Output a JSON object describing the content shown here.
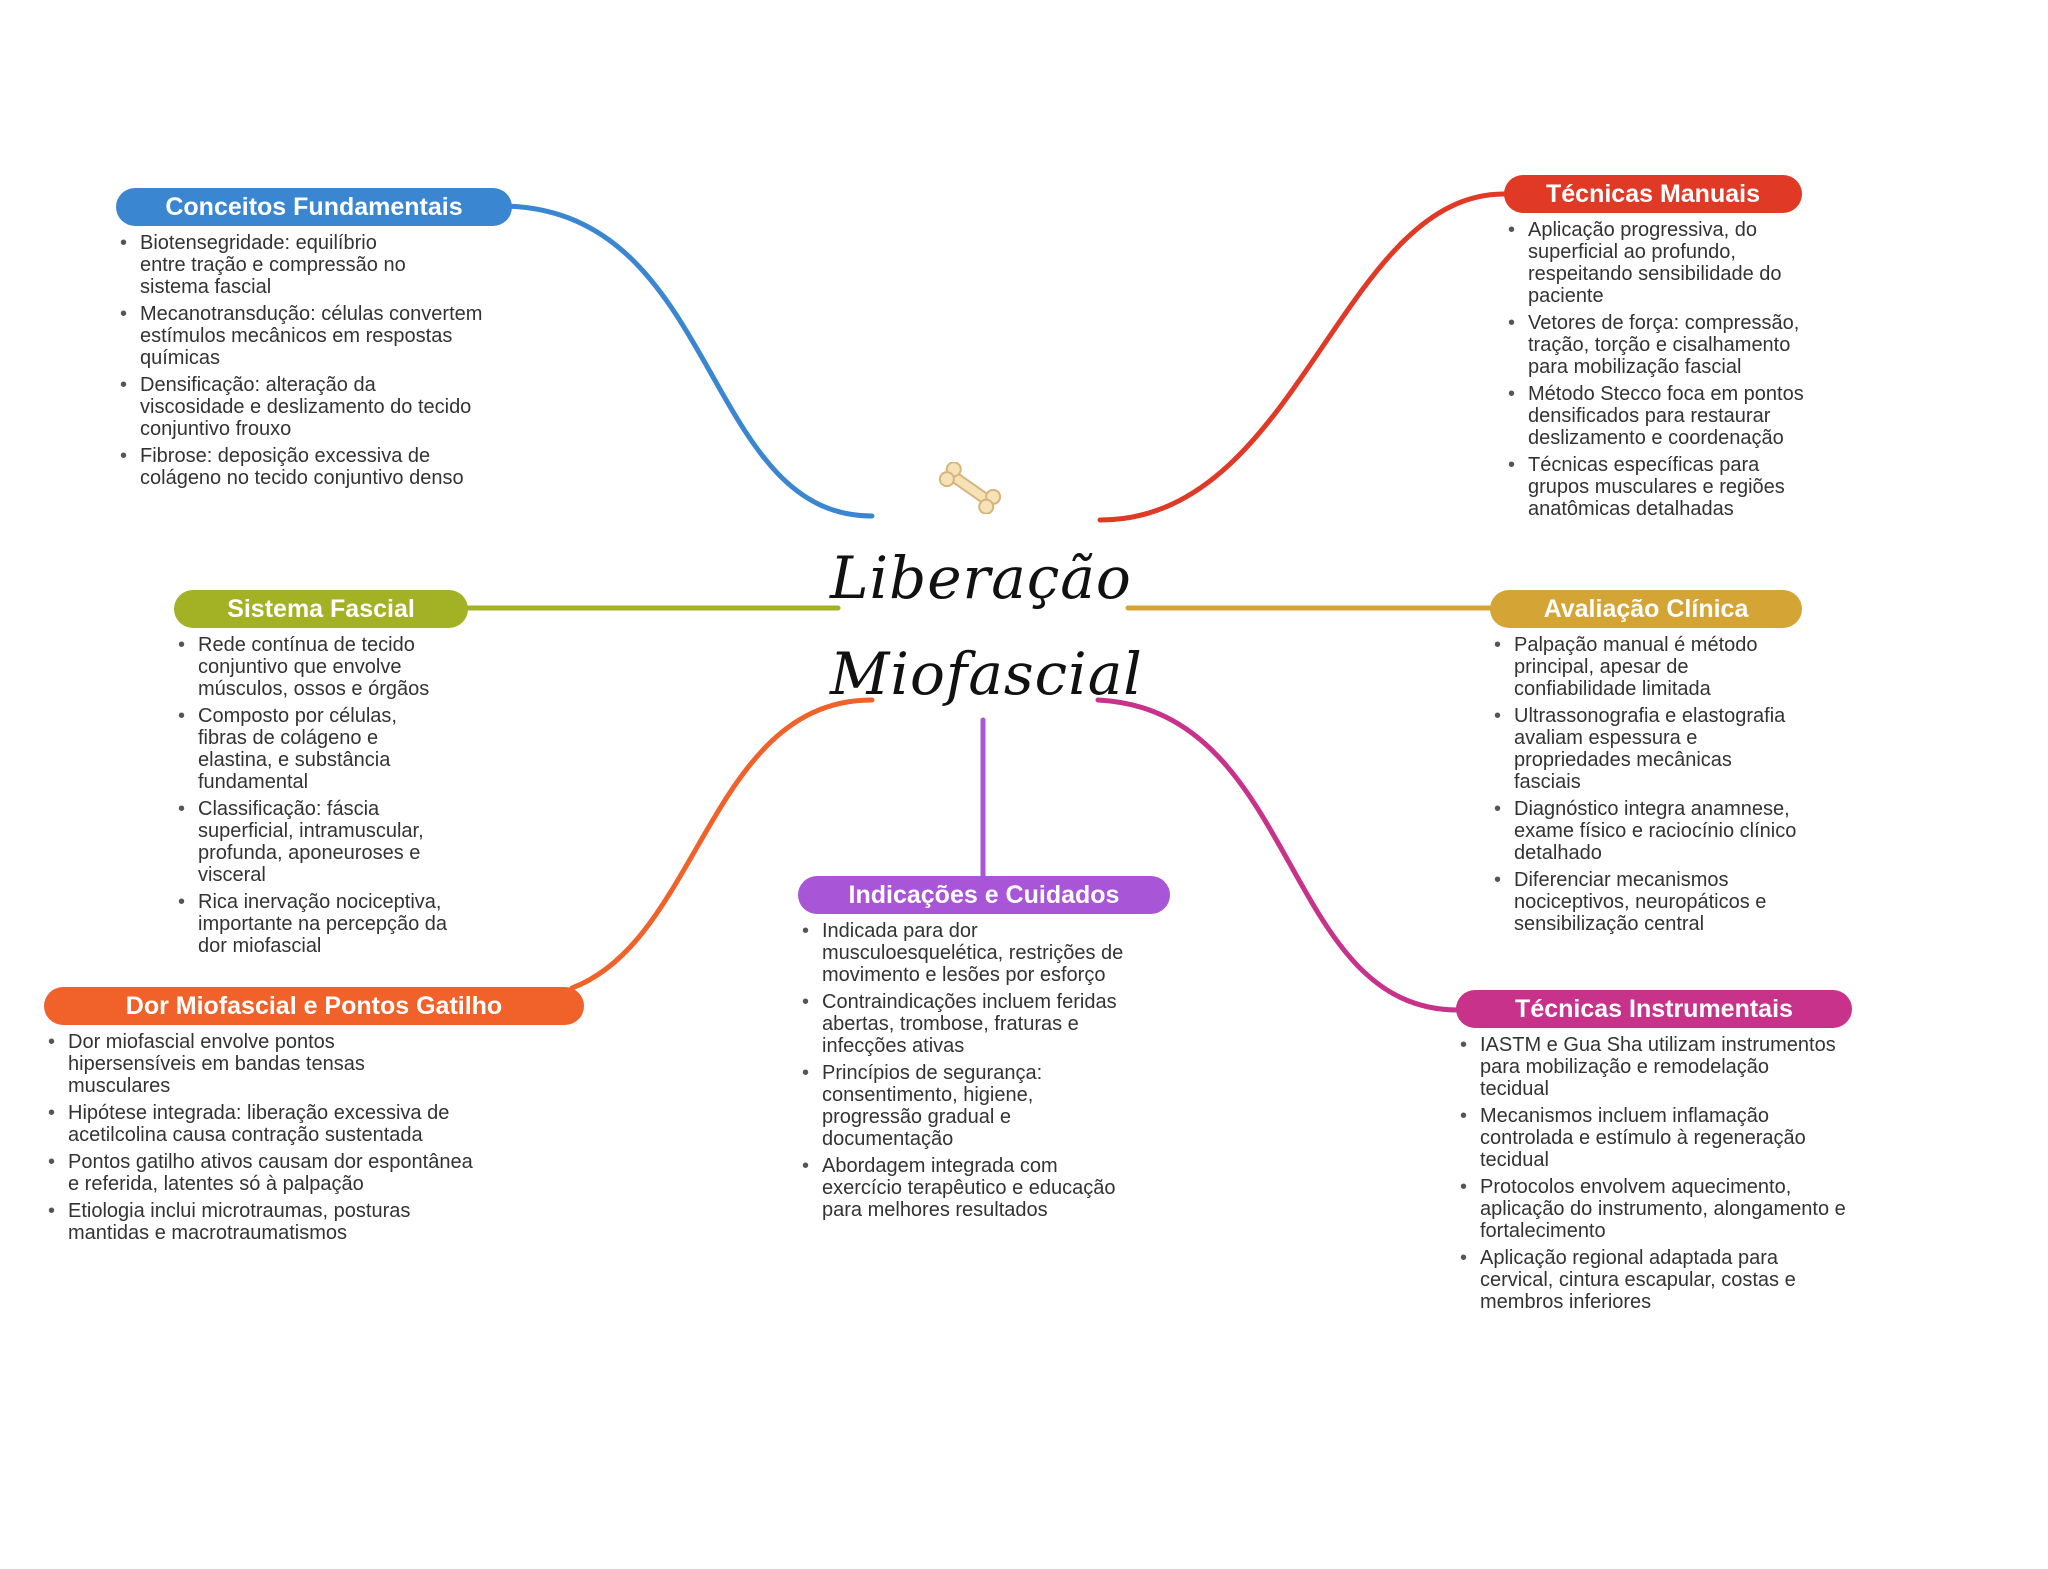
{
  "center": {
    "title_line1": "Liberação",
    "title_line2": "Miofascial",
    "icon": "bone-icon"
  },
  "colors": {
    "conceitos": "#3a86d1",
    "sistema": "#a3b125",
    "dor": "#f0622a",
    "indicacoes": "#a855d8",
    "manuais": "#e03a26",
    "avaliacao": "#d4a535",
    "instrumentais": "#c8328a"
  },
  "branches": {
    "conceitos": {
      "title": "Conceitos Fundamentais",
      "items": [
        "Biotensegridade: equilíbrio entre tração e compressão no sistema fascial",
        "Mecanotransdução: células convertem estímulos mecânicos em respostas químicas",
        "Densificação: alteração da viscosidade e deslizamento do tecido conjuntivo frouxo",
        "Fibrose: deposição excessiva de colágeno no tecido conjuntivo denso"
      ]
    },
    "sistema": {
      "title": "Sistema Fascial",
      "items": [
        "Rede contínua de tecido conjuntivo que envolve músculos, ossos e órgãos",
        "Composto por células, fibras de colágeno e elastina, e substância fundamental",
        "Classificação: fáscia superficial, intramuscular, profunda, aponeuroses e visceral",
        "Rica inervação nociceptiva, importante na percepção da dor miofascial"
      ]
    },
    "dor": {
      "title": "Dor Miofascial e Pontos Gatilho",
      "items": [
        "Dor miofascial envolve pontos hipersensíveis em bandas tensas musculares",
        "Hipótese integrada: liberação excessiva de acetilcolina causa contração sustentada",
        "Pontos gatilho ativos causam dor espontânea e referida, latentes só à palpação",
        "Etiologia inclui microtraumas, posturas mantidas e macrotraumatismos"
      ]
    },
    "indicacoes": {
      "title": "Indicações e Cuidados",
      "items": [
        "Indicada para dor musculoesquelética, restrições de movimento e lesões por esforço",
        "Contraindicações incluem feridas abertas, trombose, fraturas e infecções ativas",
        "Princípios de segurança: consentimento, higiene, progressão gradual e documentação",
        "Abordagem integrada com exercício terapêutico e educação para melhores resultados"
      ]
    },
    "manuais": {
      "title": "Técnicas Manuais",
      "items": [
        "Aplicação progressiva, do superficial ao profundo, respeitando sensibilidade do paciente",
        "Vetores de força: compressão, tração, torção e cisalhamento para mobilização fascial",
        "Método Stecco foca em pontos densificados para restaurar deslizamento e coordenação",
        "Técnicas específicas para grupos musculares e regiões anatômicas detalhadas"
      ]
    },
    "avaliacao": {
      "title": "Avaliação Clínica",
      "items": [
        "Palpação manual é método principal, apesar de confiabilidade limitada",
        "Ultrassonografia e elastografia avaliam espessura e propriedades mecânicas fasciais",
        "Diagnóstico integra anamnese, exame físico e raciocínio clínico detalhado",
        "Diferenciar mecanismos nociceptivos, neuropáticos e sensibilização central"
      ]
    },
    "instrumentais": {
      "title": "Técnicas Instrumentais",
      "items": [
        "IASTM e Gua Sha utilizam instrumentos para mobilização e remodelação tecidual",
        "Mecanismos incluem inflamação controlada e estímulo à regeneração tecidual",
        "Protocolos envolvem aquecimento, aplicação do instrumento, alongamento e fortalecimento",
        "Aplicação regional adaptada para cervical, cintura escapular, costas e membros inferiores"
      ]
    }
  }
}
